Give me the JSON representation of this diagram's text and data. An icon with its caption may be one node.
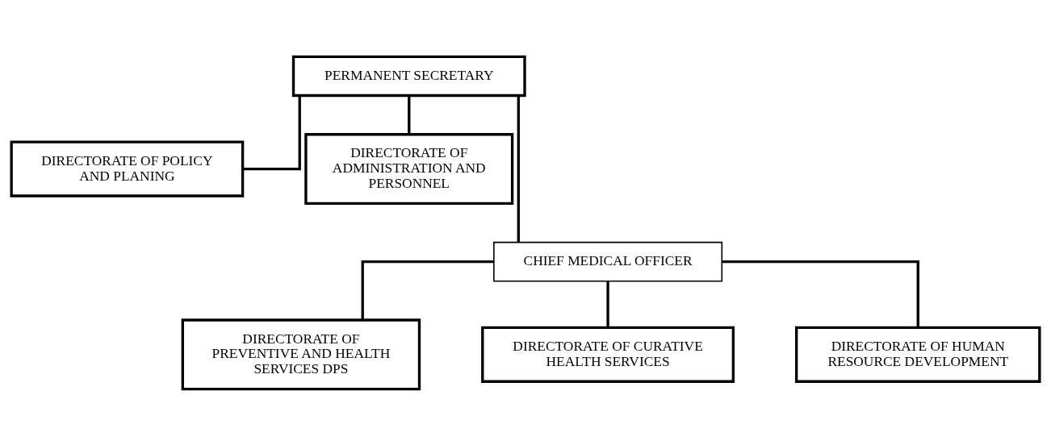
{
  "diagram": {
    "nodes": [
      {
        "text": [
          "PERMANENT SECRETARY"
        ]
      },
      {
        "text": [
          "DIRECTORATE OF POLICY AND PLANING"
        ]
      },
      {
        "text": [
          "DIRECTORATE OF ADMINISTRATION AND PERSONNEL"
        ]
      },
      {
        "text": [
          "CHIEF MEDICAL OFFICER"
        ]
      },
      {
        "text": [
          "DIRECTORATE OF PREVENTIVE AND HEALTH SERVICES DPS"
        ]
      },
      {
        "text": [
          "DIRECTORATE OF CURATIVE HEALTH SERVICES"
        ]
      },
      {
        "text": [
          "DIRECTORATE OF HUMAN RESOURCE DEVELOPMENT"
        ]
      }
    ],
    "edges": [
      {
        "from": 0,
        "to": 1,
        "arrow": "none"
      },
      {
        "from": 0,
        "to": 2,
        "arrow": "none"
      },
      {
        "from": 0,
        "to": 3,
        "arrow": "none"
      },
      {
        "from": 3,
        "to": 4,
        "arrow": "none"
      },
      {
        "from": 3,
        "to": 5,
        "arrow": "none"
      },
      {
        "from": 3,
        "to": 6,
        "arrow": "none"
      }
    ]
  }
}
